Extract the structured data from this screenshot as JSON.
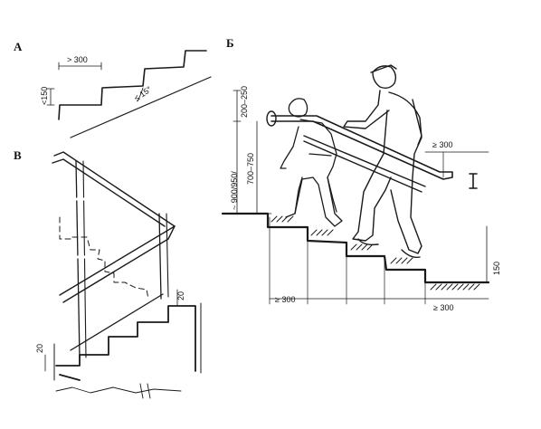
{
  "panels": {
    "a": {
      "letter": "А",
      "tread": "> 300",
      "riser": "<150",
      "angle": "≤ 15°"
    },
    "b": {
      "letter": "Б",
      "top": "200–250",
      "height": "~ 900/950/",
      "height2": "700–750",
      "overhang": "≥ 300",
      "base_left": "≥ 300",
      "base_right": "≥ 300",
      "riser": "150",
      "section": "I"
    },
    "v": {
      "letter": "В",
      "gap_top": "20",
      "gap_bottom": "20"
    }
  },
  "colors": {
    "ink": "#1a1a1a",
    "paper": "#ffffff"
  }
}
